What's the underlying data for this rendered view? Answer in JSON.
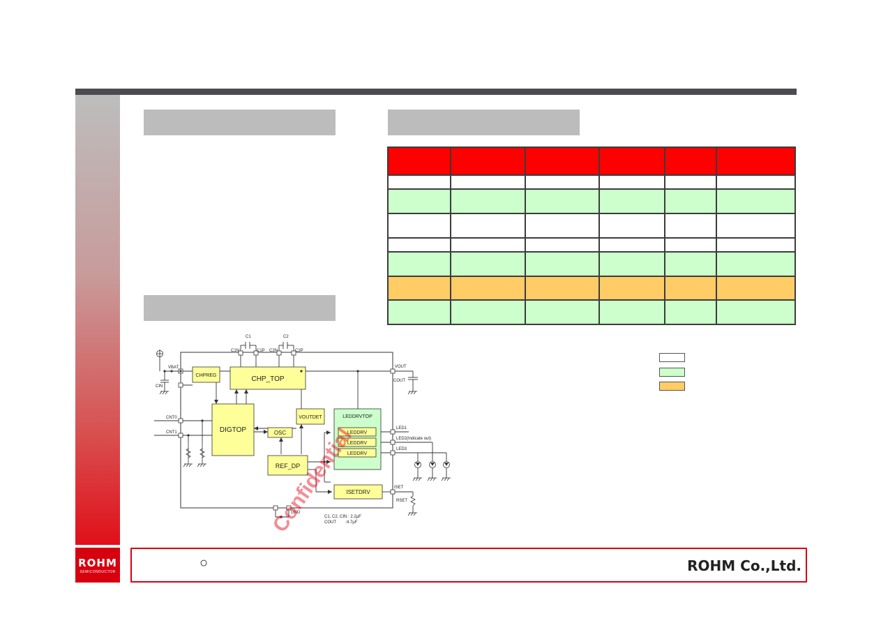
{
  "footer": {
    "circle_symbol": "○",
    "company": "ROHM Co.,Ltd."
  },
  "logo": {
    "name": "ROHM",
    "tagline": "SEMICONDUCTOR"
  },
  "spec_table": {
    "rows": [
      {
        "style": "head",
        "cells": [
          "",
          "",
          "",
          "",
          "",
          ""
        ]
      },
      {
        "style": "white",
        "cells": [
          "",
          "",
          "",
          "",
          "",
          ""
        ]
      },
      {
        "style": "green",
        "cells": [
          "",
          "",
          "",
          "",
          "",
          ""
        ]
      },
      {
        "style": "white",
        "cells": [
          "",
          "",
          "",
          "",
          "",
          ""
        ]
      },
      {
        "style": "white",
        "cells": [
          "",
          "",
          "",
          "",
          "",
          ""
        ]
      },
      {
        "style": "green",
        "cells": [
          "",
          "",
          "",
          "",
          "",
          ""
        ]
      },
      {
        "style": "orange",
        "cells": [
          "",
          "",
          "",
          "",
          "",
          ""
        ]
      },
      {
        "style": "green",
        "cells": [
          "",
          "",
          "",
          "",
          "",
          ""
        ]
      }
    ]
  },
  "colors": {
    "header_red": "#fe0000",
    "green": "#ccffcc",
    "orange": "#ffcc66",
    "block_yellow": "#ffff99",
    "block_green": "#ccffcc",
    "brand_red": "#d7000f"
  },
  "diagram": {
    "blocks": {
      "chpreg": "CHPREG",
      "chp_top": "CHP_TOP",
      "digtop": "DIGTOP",
      "voutdet": "VOUTDET",
      "osc": "OSC",
      "ref_dp": "REF_DP",
      "leddrvtop": "LEDDRVTOP",
      "leddrv": "LEDDRV",
      "isetdrv": "ISETDRV"
    },
    "pins": {
      "vbat": "VBAT",
      "cin": "CIN",
      "cnt0": "CNT0",
      "cnt1": "CNT1",
      "c1": "C1",
      "c2": "C2",
      "c1n": "C1N",
      "c1p": "C1P",
      "c2n": "C2N",
      "c2p": "C2P",
      "vout": "VOUT",
      "cout": "COUT",
      "led1": "LED1",
      "led2": "LED2(Indicate out)",
      "led3": "LED3",
      "iset": "ISET",
      "rset": "RSET",
      "gnd": "GND"
    },
    "notes": {
      "line1": "C1, C2, CIN : 2.2μF",
      "line2": "COUT        :4.7μF"
    },
    "watermark": "Confidential"
  }
}
